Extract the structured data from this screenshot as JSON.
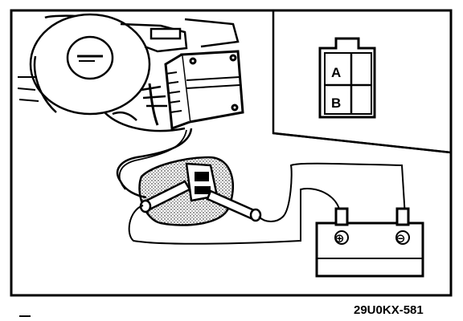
{
  "figure": {
    "code": "29U0KX-581",
    "connector_pins": [
      "A",
      "B"
    ],
    "battery_terminals": [
      "⊕",
      "⊖"
    ]
  },
  "colors": {
    "ink": "#000000",
    "paper": "#ffffff",
    "stipple": "#000000"
  }
}
